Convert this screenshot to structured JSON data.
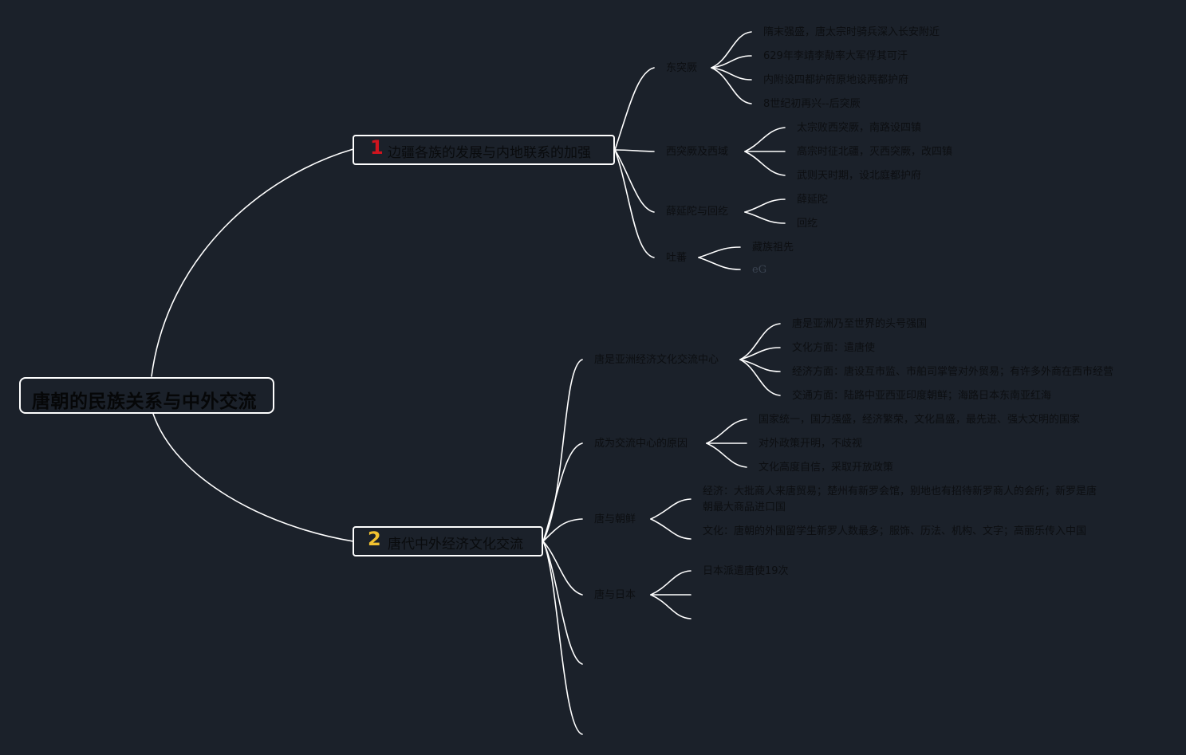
{
  "root": {
    "title": "唐朝的民族关系与中外交流"
  },
  "topic1": {
    "num": "1",
    "num_color": "#d0141e",
    "title": "边疆各族的发展与内地联系的加强",
    "branches": [
      {
        "label": "东突厥",
        "leaves": [
          "隋末强盛，唐太宗时骑兵深入长安附近",
          "629年李靖李勣率大军俘其可汗",
          "内附设四都护府原地设两都护府",
          "8世纪初再兴--后突厥"
        ]
      },
      {
        "label": "西突厥及西域",
        "leaves": [
          "太宗败西突厥，南路设四镇",
          "高宗时征北疆，灭西突厥，改四镇",
          "武则天时期，设北庭都护府"
        ]
      },
      {
        "label": "薛延陀与回纥",
        "leaves": [
          "薛延陀",
          "回纥"
        ]
      },
      {
        "label": "吐蕃",
        "leaves": [
          "藏族祖先",
          "eG"
        ]
      }
    ]
  },
  "topic2": {
    "num": "2",
    "num_color": "#f2c230",
    "title": "唐代中外经济文化交流",
    "branches": [
      {
        "label": "唐是亚洲经济文化交流中心",
        "leaves": [
          "唐是亚洲乃至世界的头号强国",
          "文化方面：遣唐使",
          "经济方面：唐设互市监、市舶司掌管对外贸易；有许多外商在西市经营",
          "交通方面：陆路中亚西亚印度朝鲜；海路日本东南亚红海"
        ]
      },
      {
        "label": "成为交流中心的原因",
        "leaves": [
          "国家统一，国力强盛，经济繁荣，文化昌盛，最先进、强大文明的国家",
          "对外政策开明，不歧视",
          "文化高度自信，采取开放政策"
        ]
      },
      {
        "label": "唐与朝鲜",
        "leaves": [
          "经济：大批商人来唐贸易；楚州有新罗会馆，别地也有招待新罗商人的会所；新罗是唐朝最大商品进口国",
          "文化：唐朝的外国留学生新罗人数最多；服饰、历法、机构、文字；高丽乐传入中国"
        ]
      },
      {
        "label": "唐与日本",
        "leaves": [
          "日本派遣唐使19次"
        ]
      }
    ]
  },
  "colors": {
    "background": "#1b212a",
    "line": "#ffffff",
    "text": "#0c0e11"
  }
}
